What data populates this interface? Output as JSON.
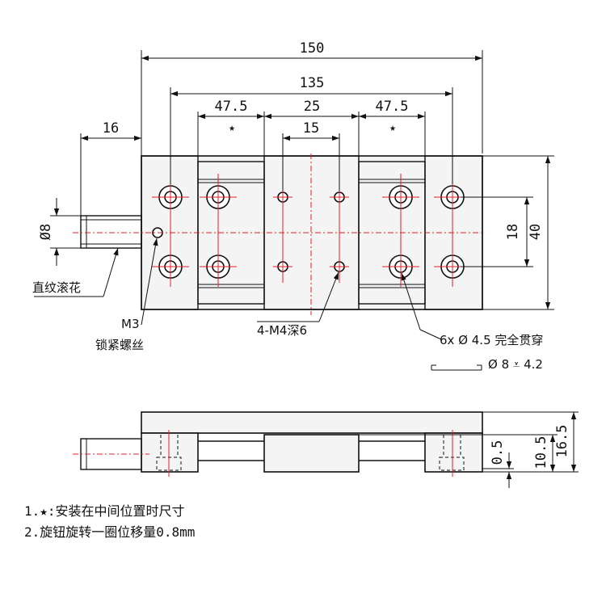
{
  "top_view": {
    "dim_150": "150",
    "dim_135": "135",
    "dim_47_5_left": "47.5",
    "dim_25": "25",
    "dim_47_5_right": "47.5",
    "dim_15": "15",
    "dim_16": "16",
    "dim_phi8": "Ø8",
    "dim_18": "18",
    "dim_40": "40",
    "star_left": "★",
    "star_right": "★"
  },
  "callouts": {
    "knurl": "直纹滚花",
    "m3": "M3",
    "lock_screw": "锁紧螺丝",
    "m4": "4-M4深6",
    "through_holes": "6x Ø 4.5 完全贯穿",
    "counterbore": "Ø 8 ⩡ 4.2"
  },
  "side_view": {
    "dim_0_5": "0.5",
    "dim_10_5": "10.5",
    "dim_16_5": "16.5"
  },
  "notes": [
    "1.★:安装在中间位置时尺寸",
    "2.旋钮旋转一圈位移量0.8mm"
  ]
}
